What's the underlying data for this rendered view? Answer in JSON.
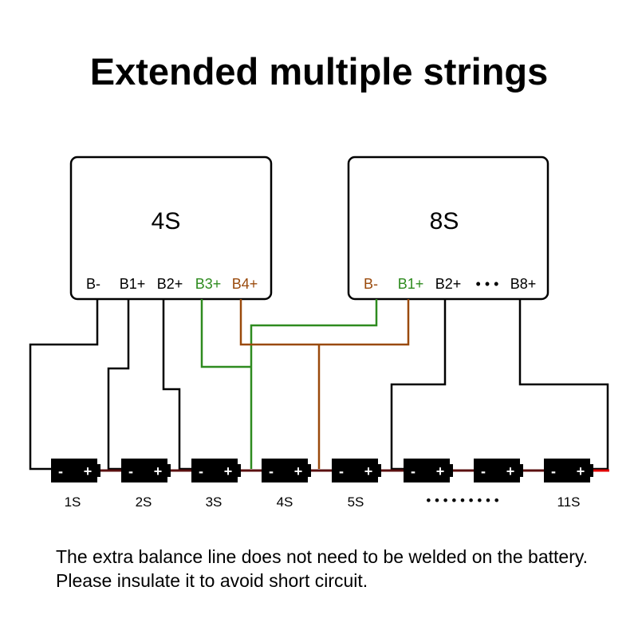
{
  "title": "Extended multiple strings",
  "boards": [
    {
      "label": "4S",
      "pins": [
        "B-",
        "B1+",
        "B2+",
        "B3+",
        "B4+"
      ]
    },
    {
      "label": "8S",
      "pins": [
        "B-",
        "B1+",
        "B2+",
        "• • •",
        "B8+"
      ]
    }
  ],
  "cells": {
    "labels": [
      "1S",
      "2S",
      "3S",
      "4S",
      "5S",
      "• • • • • • • • •",
      "11S"
    ],
    "minus_sign": "-",
    "plus_sign": "+"
  },
  "note": "The extra balance line does not need to be welded on the battery. Please insulate it to avoid short circuit.",
  "colors": {
    "black": "#000000",
    "green": "#2e8b1f",
    "brown": "#9a4a0c",
    "red": "#e00000"
  }
}
